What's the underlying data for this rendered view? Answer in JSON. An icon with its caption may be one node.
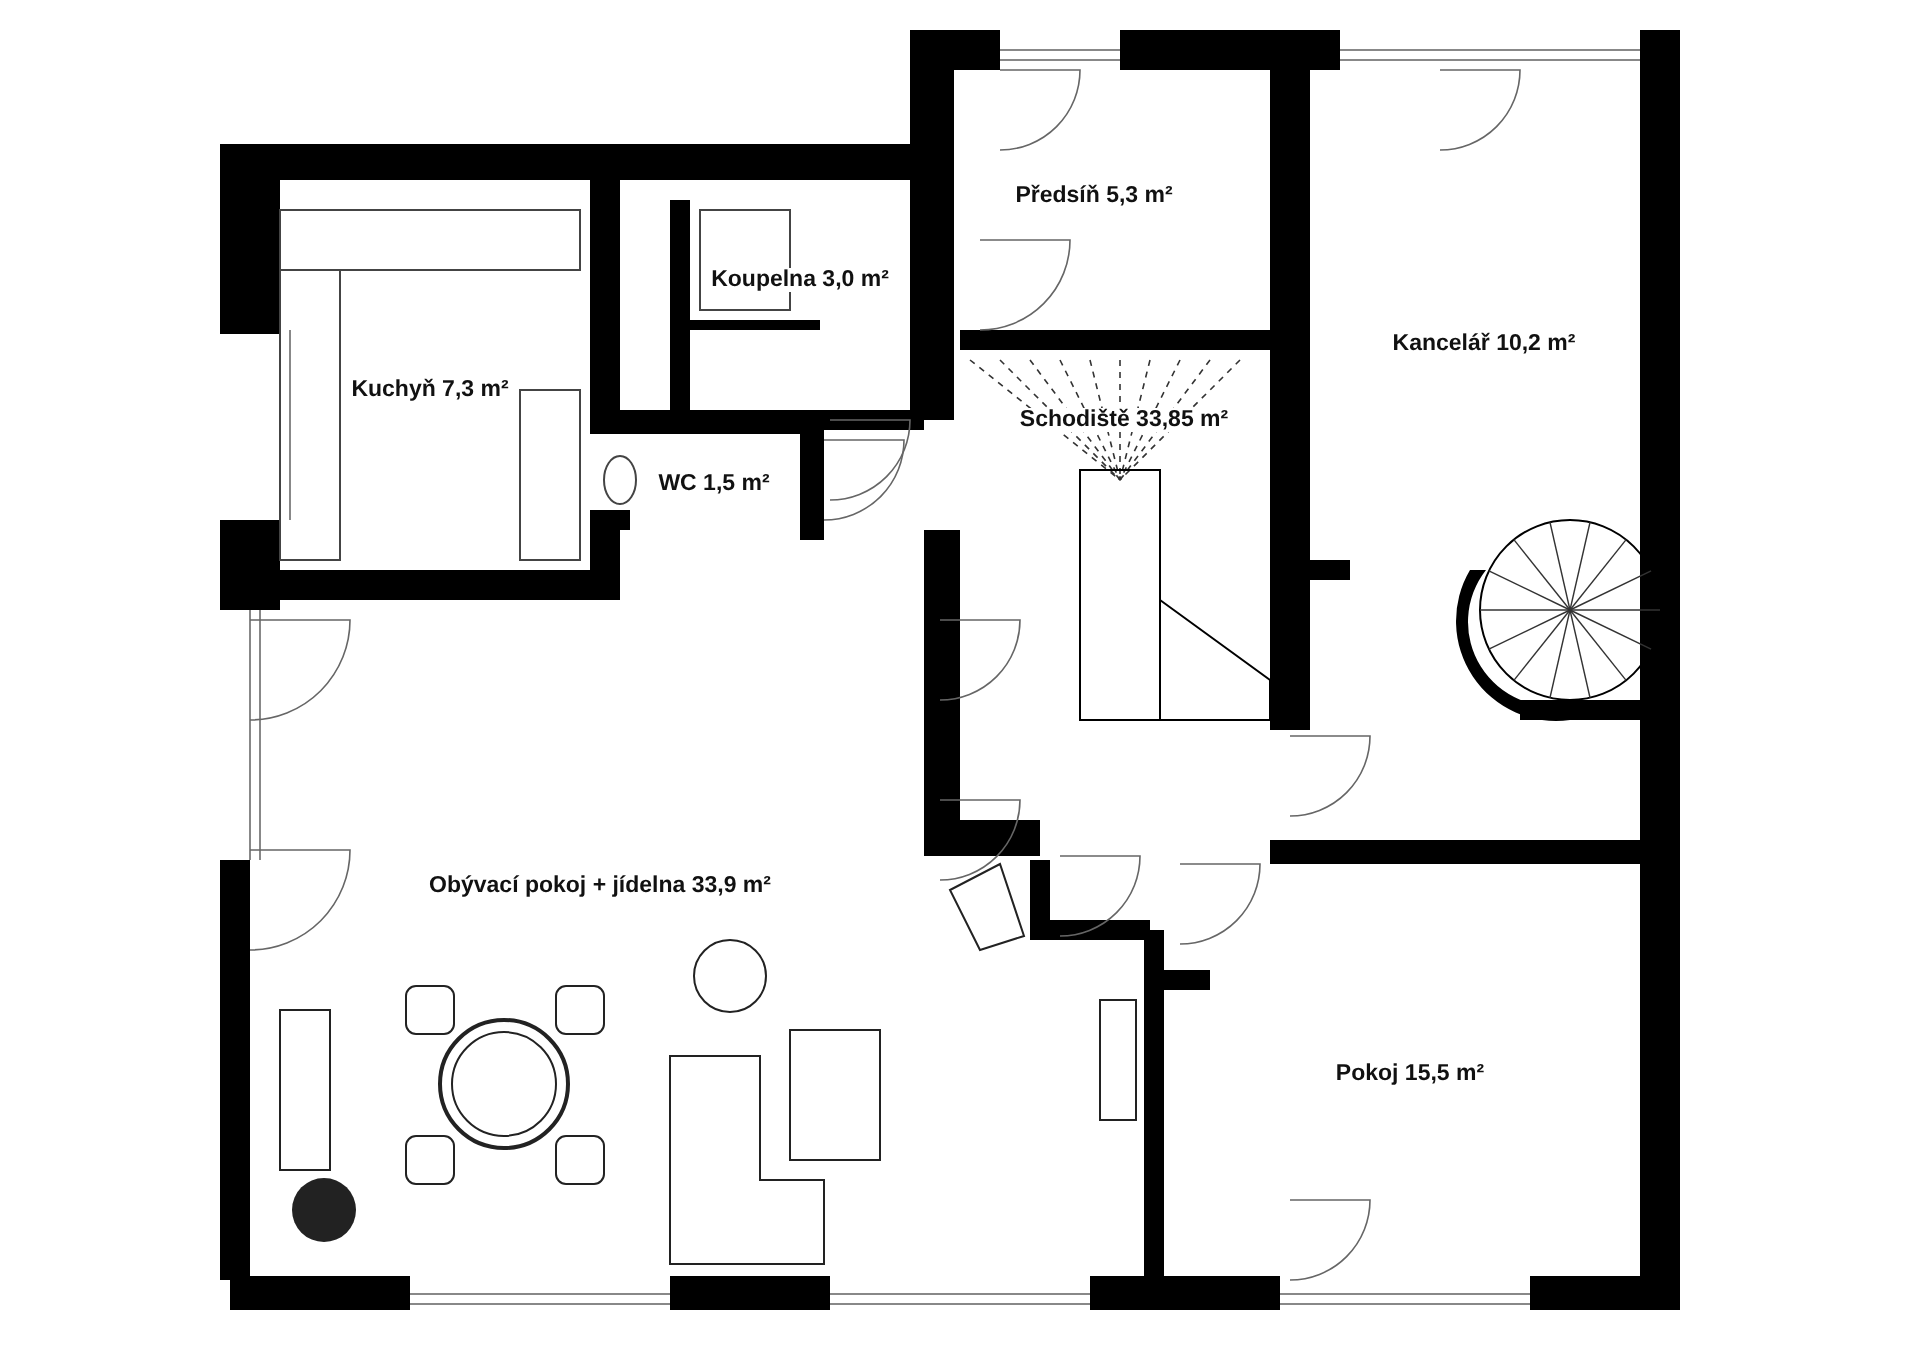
{
  "diagram": {
    "labels": [
      "Předsíň 5,3 m²",
      "Koupelna 3,0 m²",
      "Kuchyň 7,3 m²",
      "Kancelář 10,2 m²",
      "Schodiště 33,85 m²",
      "WC 1,5 m²",
      "Obývací pokoj + jídelna 33,9 m²",
      "Pokoj 15,5 m²"
    ]
  }
}
